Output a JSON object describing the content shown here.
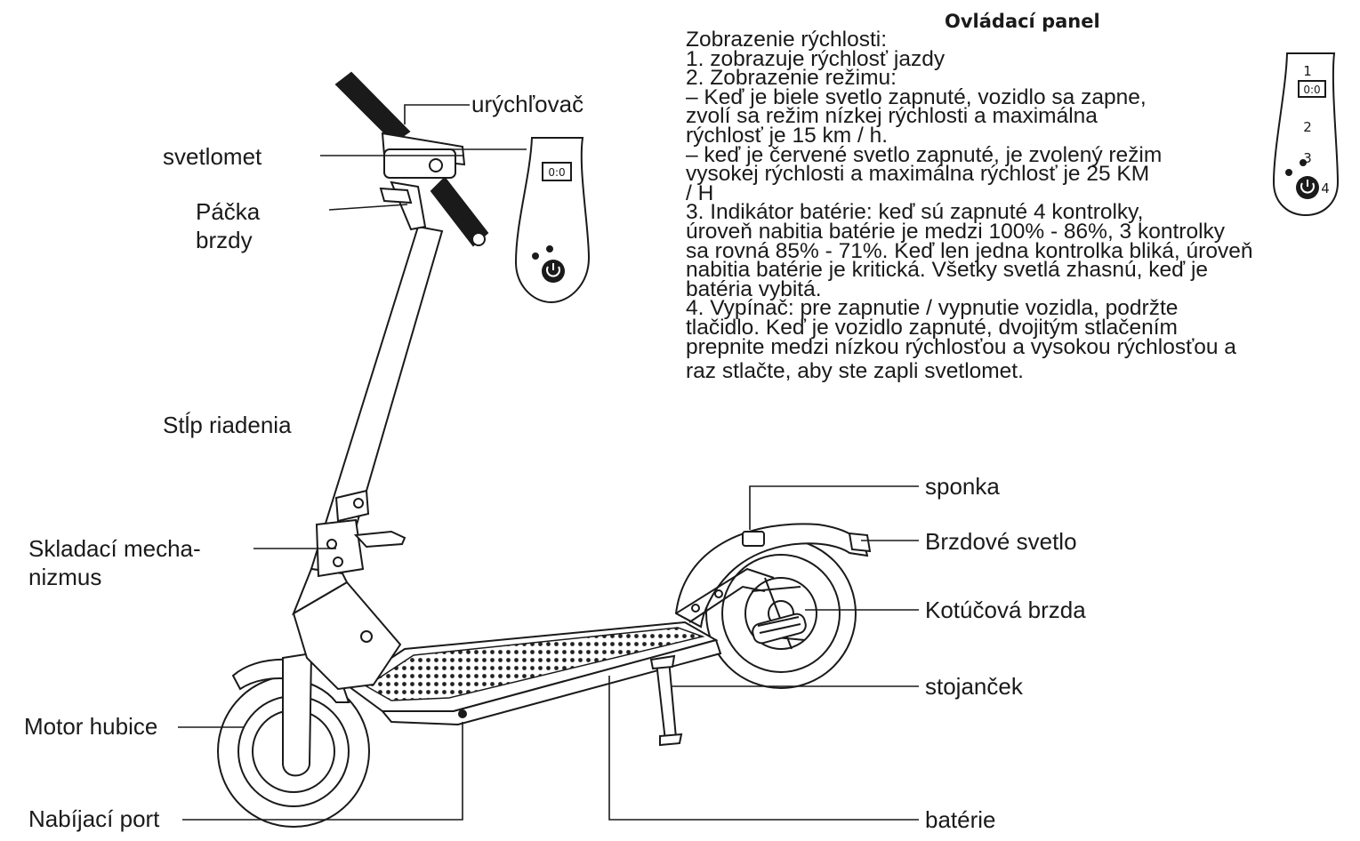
{
  "panel": {
    "title": "Ovládací panel",
    "display_text": "0:0",
    "callout_numbers": [
      "1",
      "2",
      "3",
      "4"
    ],
    "description": [
      "Zobrazenie rýchlosti:",
      "1. zobrazuje rýchlosť jazdy",
      "2. Zobrazenie režimu:",
      "– Keď je biele svetlo zapnuté, vozidlo sa zapne,",
      "zvolí sa režim nízkej rýchlosti a maximálna",
      "rýchlosť je 15 km / h.",
      "– keď je červené svetlo zapnuté, je zvolený režim",
      "vysokej rýchlosti a maximálna rýchlosť je 25 KM",
      "/ H",
      "3. Indikátor batérie: keď sú zapnuté 4 kontrolky,",
      "úroveň nabitia batérie je medzi 100% - 86%, 3 kontrolky",
      "sa rovná 85% - 71%. Keď len jedna kontrolka bliká, úroveň",
      "nabitia batérie je kritická. Všetky svetlá zhasnú, keď je",
      "batéria vybitá.",
      "4. Vypínač: pre zapnutie / vypnutie vozidla, podržte",
      "tlačidlo. Keď je vozidlo zapnuté, dvojitým stlačením",
      "prepnite medzi nízkou rýchlosťou a vysokou rýchlosťou a",
      "raz stlačte, aby ste zapli svetlomet."
    ]
  },
  "labels": {
    "accelerator": "urýchľovač",
    "headlight": "svetlomet",
    "brake_lever": [
      "Páčka",
      "brzdy"
    ],
    "steering_column": "Stĺp riadenia",
    "folding_mechanism": [
      "Skladací mecha-",
      "nizmus"
    ],
    "hub_motor": "Motor hubice",
    "charging_port": "Nabíjací port",
    "clip": "sponka",
    "brake_light": "Brzdové svetlo",
    "disc_brake": "Kotúčová brzda",
    "kickstand": "stojanček",
    "battery": "batérie"
  },
  "colors": {
    "line": "#1a1a1a",
    "deck_dots": "#222222"
  }
}
